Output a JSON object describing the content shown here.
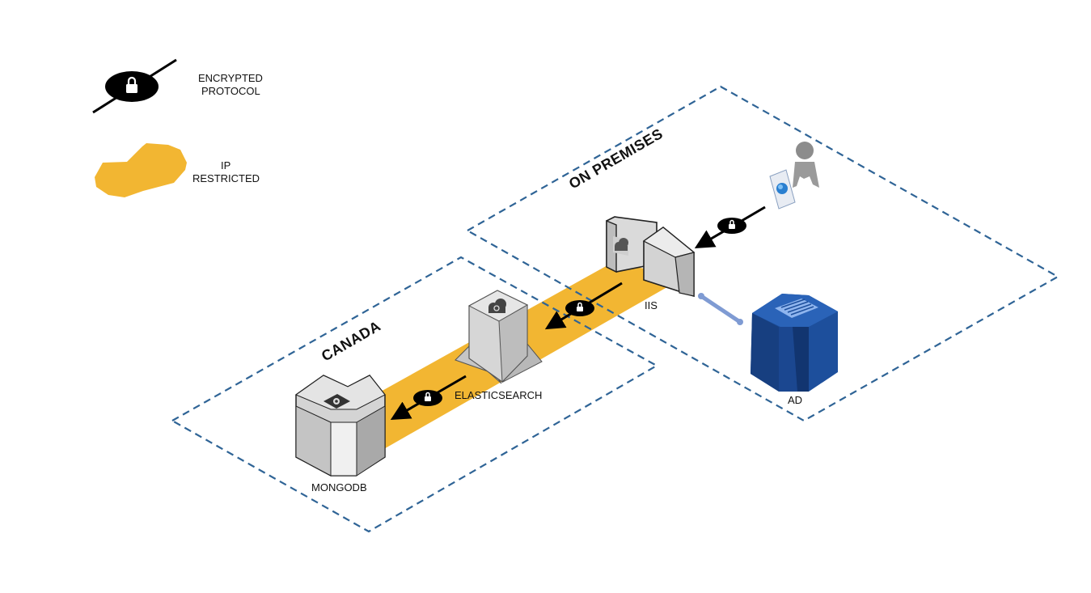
{
  "legend": {
    "encrypted": {
      "line1": "ENCRYPTED",
      "line2": "PROTOCOL",
      "icon": "padlock-icon"
    },
    "ip_restricted": {
      "line1": "IP",
      "line2": "RESTRICTED",
      "icon": "four-way-arrow-icon"
    }
  },
  "zones": {
    "on_premises": "ON PREMISES",
    "canada": "CANADA"
  },
  "nodes": {
    "iis": "IIS",
    "ad": "AD",
    "elasticsearch": "ELASTICSEARCH",
    "mongodb": "MONGODB"
  },
  "colors": {
    "ip_band": "#f2b632",
    "zone_border": "#2f6496",
    "ad_blue": "#1d4f9c",
    "server_gray": "#d9d9d9",
    "link_blue": "#7f9bd3"
  }
}
